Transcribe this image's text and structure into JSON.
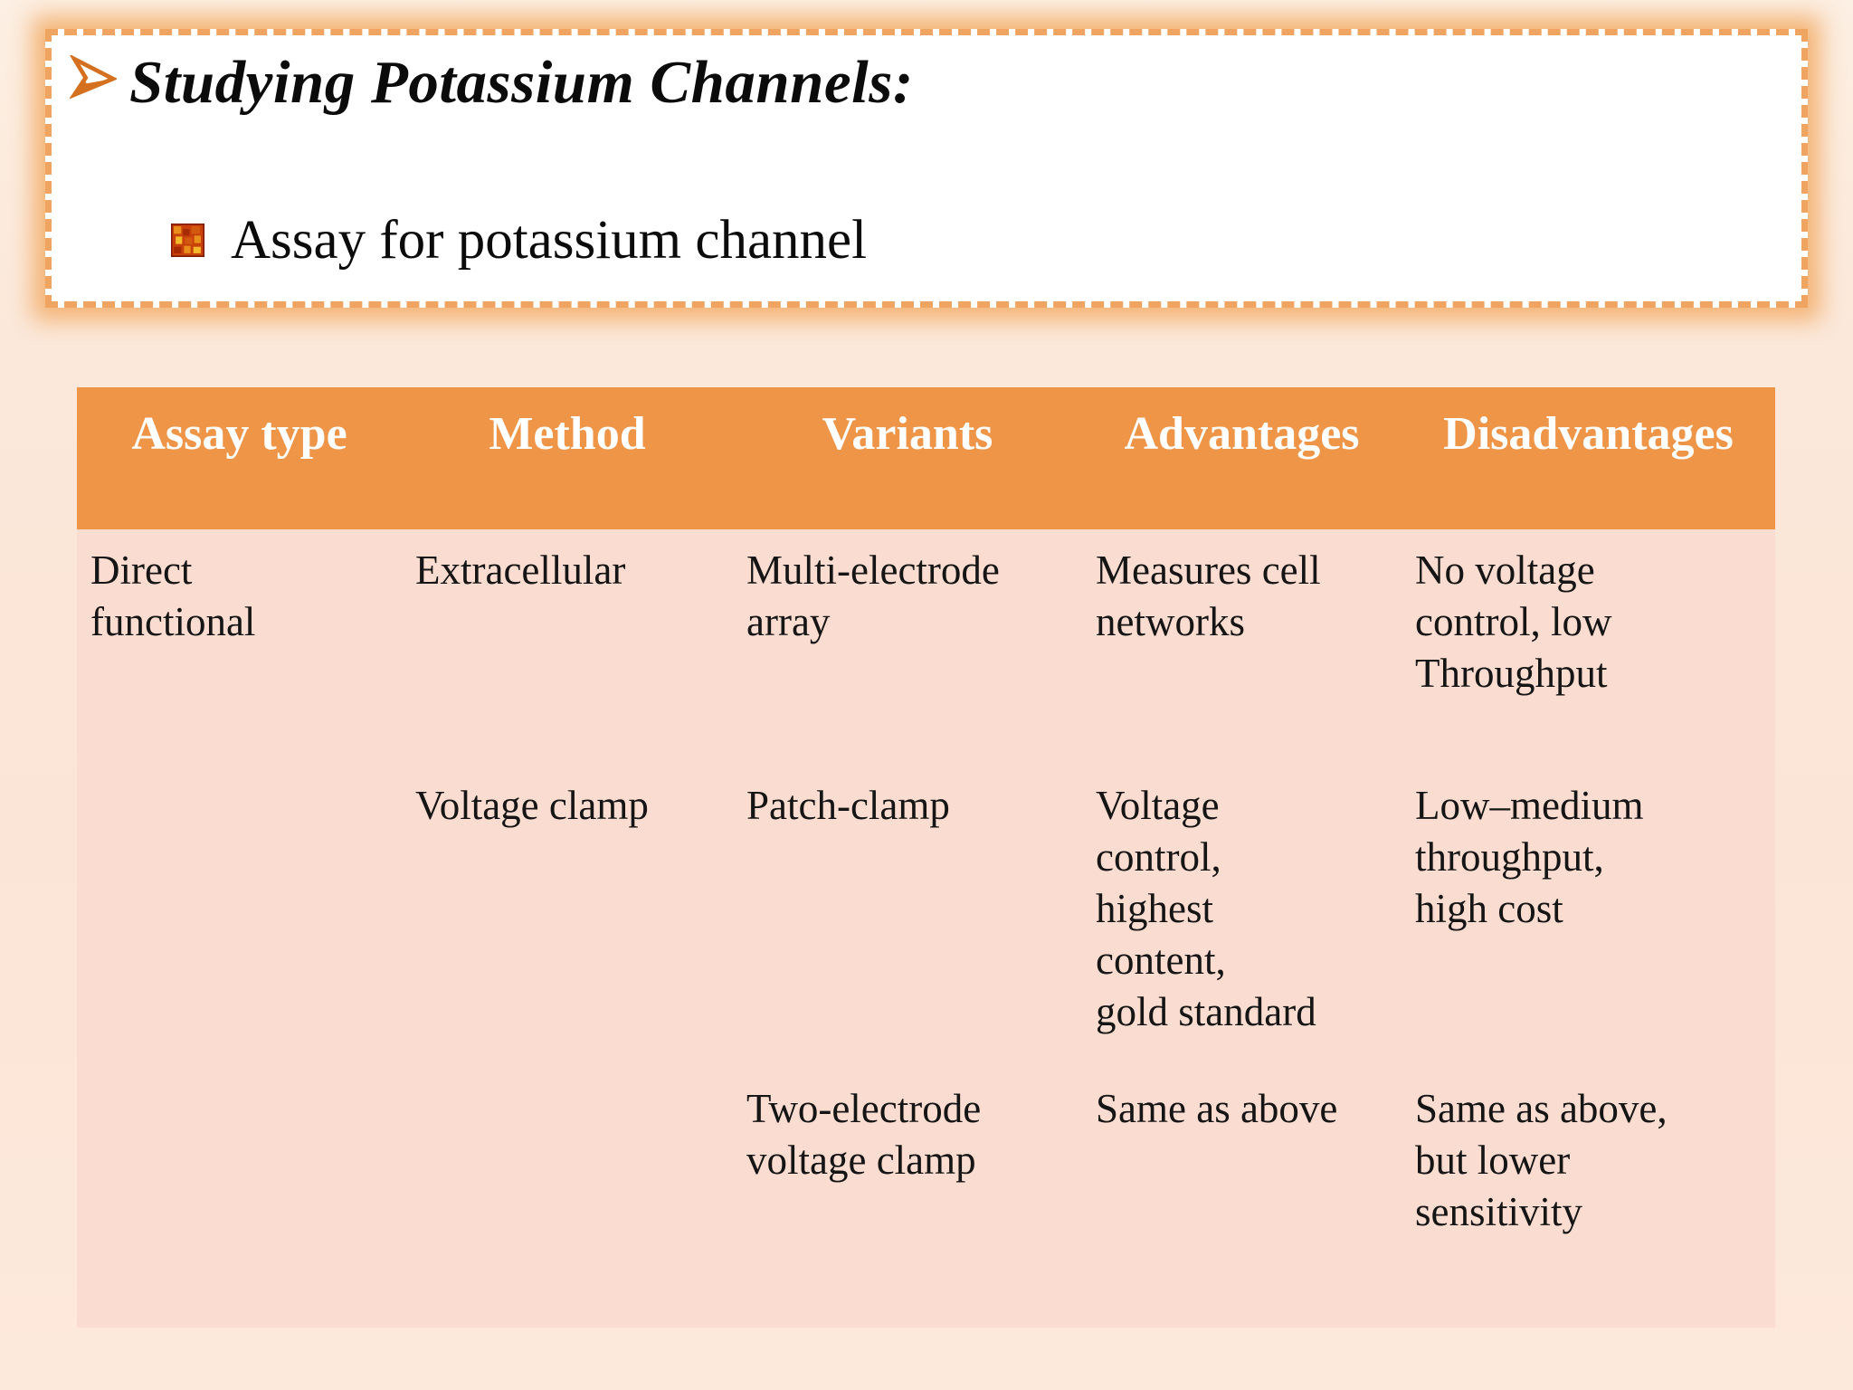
{
  "slide": {
    "title": "Studying Potassium Channels:",
    "bullet": "Assay for potassium channel"
  },
  "table": {
    "headers": [
      "Assay type",
      "Method",
      "Variants",
      "Advantages",
      "Disadvantages"
    ],
    "rows": [
      [
        "Direct\nfunctional",
        "Extracellular",
        "Multi-electrode\narray",
        "Measures cell\nnetworks",
        "No voltage\ncontrol, low\nThroughput"
      ],
      [
        "",
        "Voltage clamp",
        "Patch-clamp",
        "Voltage\ncontrol,\nhighest\ncontent,\ngold standard",
        "Low–medium\nthroughput,\nhigh cost"
      ],
      [
        "",
        "",
        "Two-electrode\nvoltage clamp",
        "Same as above",
        "Same as above,\nbut lower\nsensitivity"
      ]
    ]
  },
  "icons": {
    "title_bullet": "arrow-right-icon",
    "sub_bullet": "mosaic-square-icon"
  },
  "colors": {
    "header_bg": "#EE9548",
    "header_text": "#FFFFFF",
    "body_bg": "#FADCD0",
    "body_text": "#151515",
    "border_orange": "#F0A461",
    "glow": "rgba(243,173,105,0.9)"
  }
}
